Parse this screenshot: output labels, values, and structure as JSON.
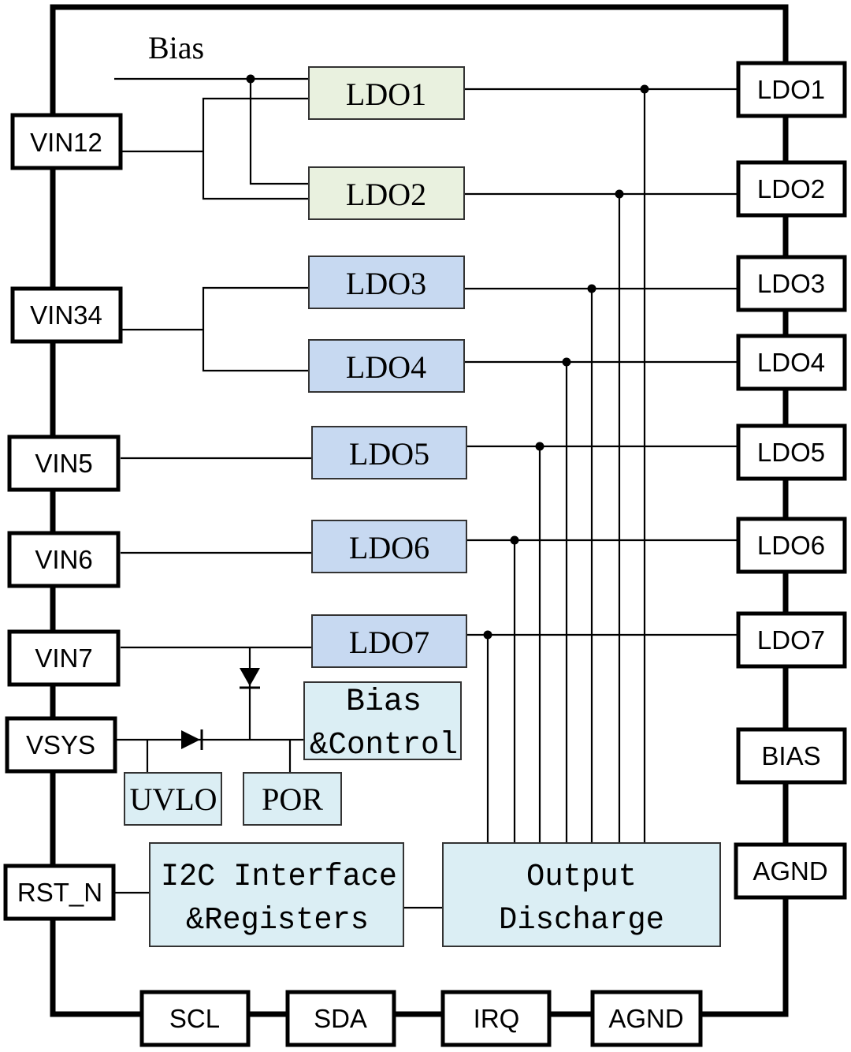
{
  "bias_label": "Bias",
  "pins_left": {
    "vin12": "VIN12",
    "vin34": "VIN34",
    "vin5": "VIN5",
    "vin6": "VIN6",
    "vin7": "VIN7",
    "vsys": "VSYS",
    "rst_n": "RST_N"
  },
  "pins_right": {
    "ldo1": "LDO1",
    "ldo2": "LDO2",
    "ldo3": "LDO3",
    "ldo4": "LDO4",
    "ldo5": "LDO5",
    "ldo6": "LDO6",
    "ldo7": "LDO7",
    "bias": "BIAS",
    "agnd": "AGND"
  },
  "pins_bottom": {
    "scl": "SCL",
    "sda": "SDA",
    "irq": "IRQ",
    "agnd": "AGND"
  },
  "blocks": {
    "ldo1": "LDO1",
    "ldo2": "LDO2",
    "ldo3": "LDO3",
    "ldo4": "LDO4",
    "ldo5": "LDO5",
    "ldo6": "LDO6",
    "ldo7": "LDO7",
    "bias_control_line1": "Bias",
    "bias_control_line2": "&Control",
    "uvlo": "UVLO",
    "por": "POR",
    "i2c_line1": "I2C Interface",
    "i2c_line2": "&Registers",
    "discharge_line1": "Output",
    "discharge_line2": "Discharge"
  },
  "colors": {
    "ldo12_fill": "#e9f1df",
    "ldo3to7_fill": "#c7d9f1",
    "control_fill": "#dbeef4"
  }
}
